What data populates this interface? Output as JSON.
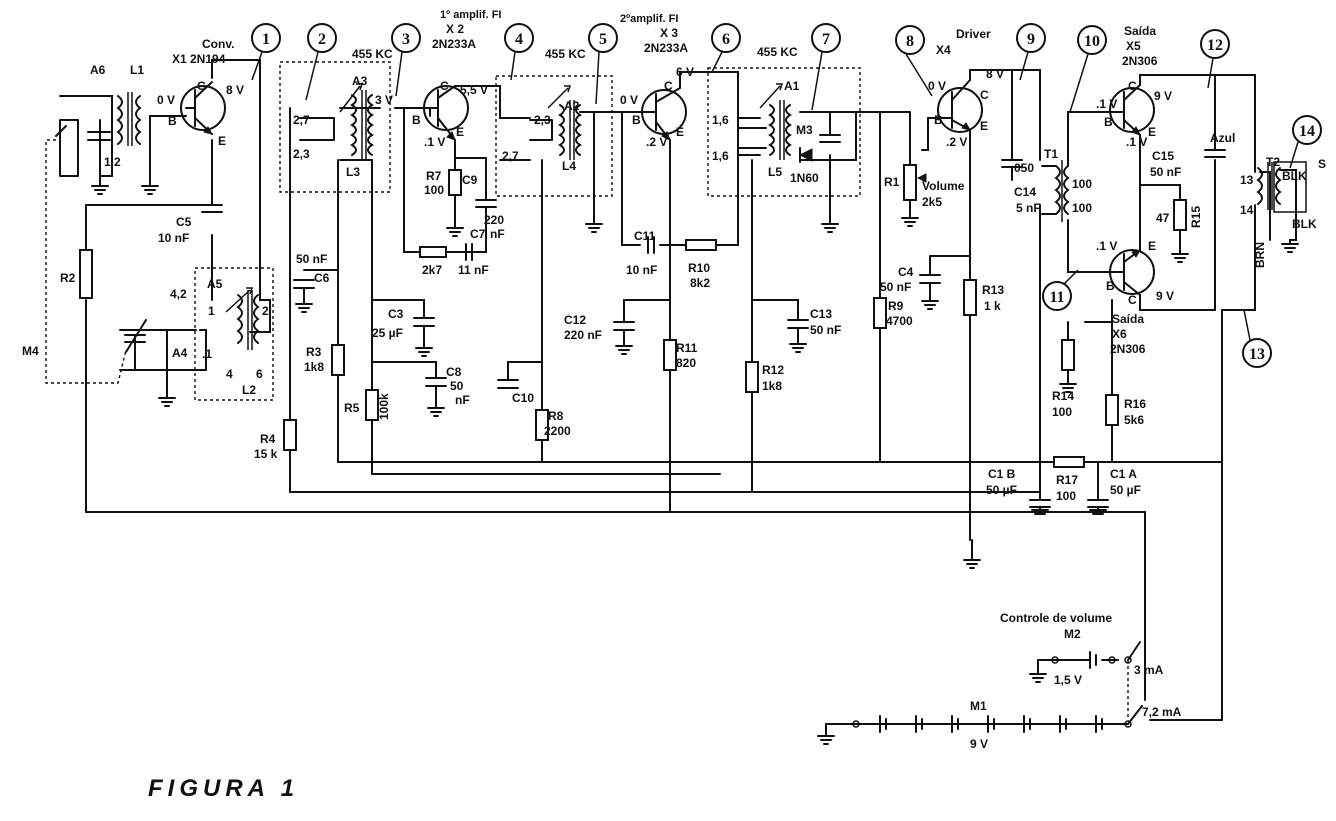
{
  "figure_caption": "FIGURA 1",
  "test_points": [
    "1",
    "2",
    "3",
    "4",
    "5",
    "6",
    "7",
    "8",
    "9",
    "10",
    "11",
    "12",
    "13",
    "14"
  ],
  "stages": {
    "conv": {
      "title": "Conv.",
      "part": "X1 2N194"
    },
    "if1": {
      "title": "1º amplif. FI",
      "x": "X 2",
      "part": "2N233A"
    },
    "if2": {
      "title": "2ºamplif. FI",
      "x": "X 3",
      "part": "2N233A"
    },
    "driver": {
      "title": "Driver",
      "x": "X4"
    },
    "out1": {
      "title": "Saída",
      "x": "X5",
      "part": "2N306"
    },
    "out2": {
      "title": "Saída",
      "x": "X6",
      "part": "2N306"
    }
  },
  "if_freq": "455 KC",
  "voltages": {
    "x1_b": "0 V",
    "x1_c": "8 V",
    "x2_b": "3 V",
    "x2_c": "5,5 V",
    "x2_e": ".1 V",
    "x3_b": "0 V",
    "x3_c": "6 V",
    "x3_e": ".2 V",
    "x4_b": "0 V",
    "x4_c": "8 V",
    "x4_e": ".2 V",
    "x5_b": ".1 V",
    "x5_c": "9 V",
    "x5_e": ".1 V",
    "x6_b": ".1 V",
    "x6_c": "9 V"
  },
  "components": {
    "A6": "A6",
    "L1": "L1",
    "A6_val": "1,2",
    "A3": "A3",
    "L3": "L3",
    "A3_v1": "2,7",
    "A3_v2": "2,3",
    "A2": "A2",
    "L4": "L4",
    "A2_v1": "2,3",
    "A2_v2": "2,7",
    "A1": "A1",
    "L5": "L5",
    "A1_v1": "1,6",
    "A1_v2": "1,6",
    "M3": "M3",
    "diode": "1N60",
    "A5": "A5",
    "A4": "A4",
    "L2": "L2",
    "M4": "M4",
    "L2_p1": "4,2",
    "L2_p2": "1",
    "L2_p3": "2",
    "L2_p4": ".1",
    "L2_p5": "4",
    "L2_p6": "6",
    "C5": "C5",
    "C5_val": "10 nF",
    "R2": "R2",
    "R4": "R4",
    "R4_val": "15 k",
    "C6_val": "50 nF",
    "C6": "C6",
    "R3": "R3",
    "R3_val": "1k8",
    "R5": "R5",
    "R5_val": "100k",
    "C3": "C3",
    "C3_val": "25 µF",
    "C8": "C8",
    "C8_val": "50",
    "C8_unit": "nF",
    "R7": "R7",
    "R7_val": "100",
    "C9": "C9",
    "C9_val": "220",
    "C9_unit": "nF",
    "R_2k7": "2k7",
    "C7": "C7",
    "C7_val": "11 nF",
    "C10": "C10",
    "R8": "R8",
    "R8_val": "2200",
    "C11": "C11",
    "C11_val": "10 nF",
    "R10": "R10",
    "R10_val": "8k2",
    "C12": "C12",
    "C12_val": "220 nF",
    "R11": "R11",
    "R11_val": "820",
    "C13": "C13",
    "C13_val": "50 nF",
    "R12": "R12",
    "R12_val": "1k8",
    "R1": "R1",
    "R1_name": "Volume",
    "R1_val": "2k5",
    "R9": "R9",
    "R9_val": "4700",
    "C4": "C4",
    "C4_val": "50 nF",
    "R13": "R13",
    "R13_val": "1 k",
    "C14": "C14",
    "C14_val": "5 nF",
    "C14_extra": "050",
    "T1": "T1",
    "T1_v1": "100",
    "T1_v2": "100",
    "R15": "R15",
    "R15_val": "47",
    "C15": "C15",
    "C15_val": "50 nF",
    "azul": "Azul",
    "T2": "T2",
    "T2_p13": "13",
    "T2_p14": "14",
    "BRN": "BRN",
    "BLK": "BLK",
    "BLK2": "BLK",
    "S": "S",
    "R14": "R14",
    "R14_val": "100",
    "R16": "R16",
    "R16_val": "5k6",
    "R17": "R17",
    "R17_val": "100",
    "C1B": "C1 B",
    "C1B_val": "50 µF",
    "C1A": "C1 A",
    "C1A_val": "50 µF"
  },
  "power": {
    "volume_ctrl": "Controle de volume",
    "M2": "M2",
    "v1": "1,5 V",
    "i1": "3 mA",
    "M1": "M1",
    "v2": "9 V",
    "i2": "7,2 mA"
  },
  "pin_labels": {
    "B": "B",
    "C": "C",
    "E": "E"
  }
}
